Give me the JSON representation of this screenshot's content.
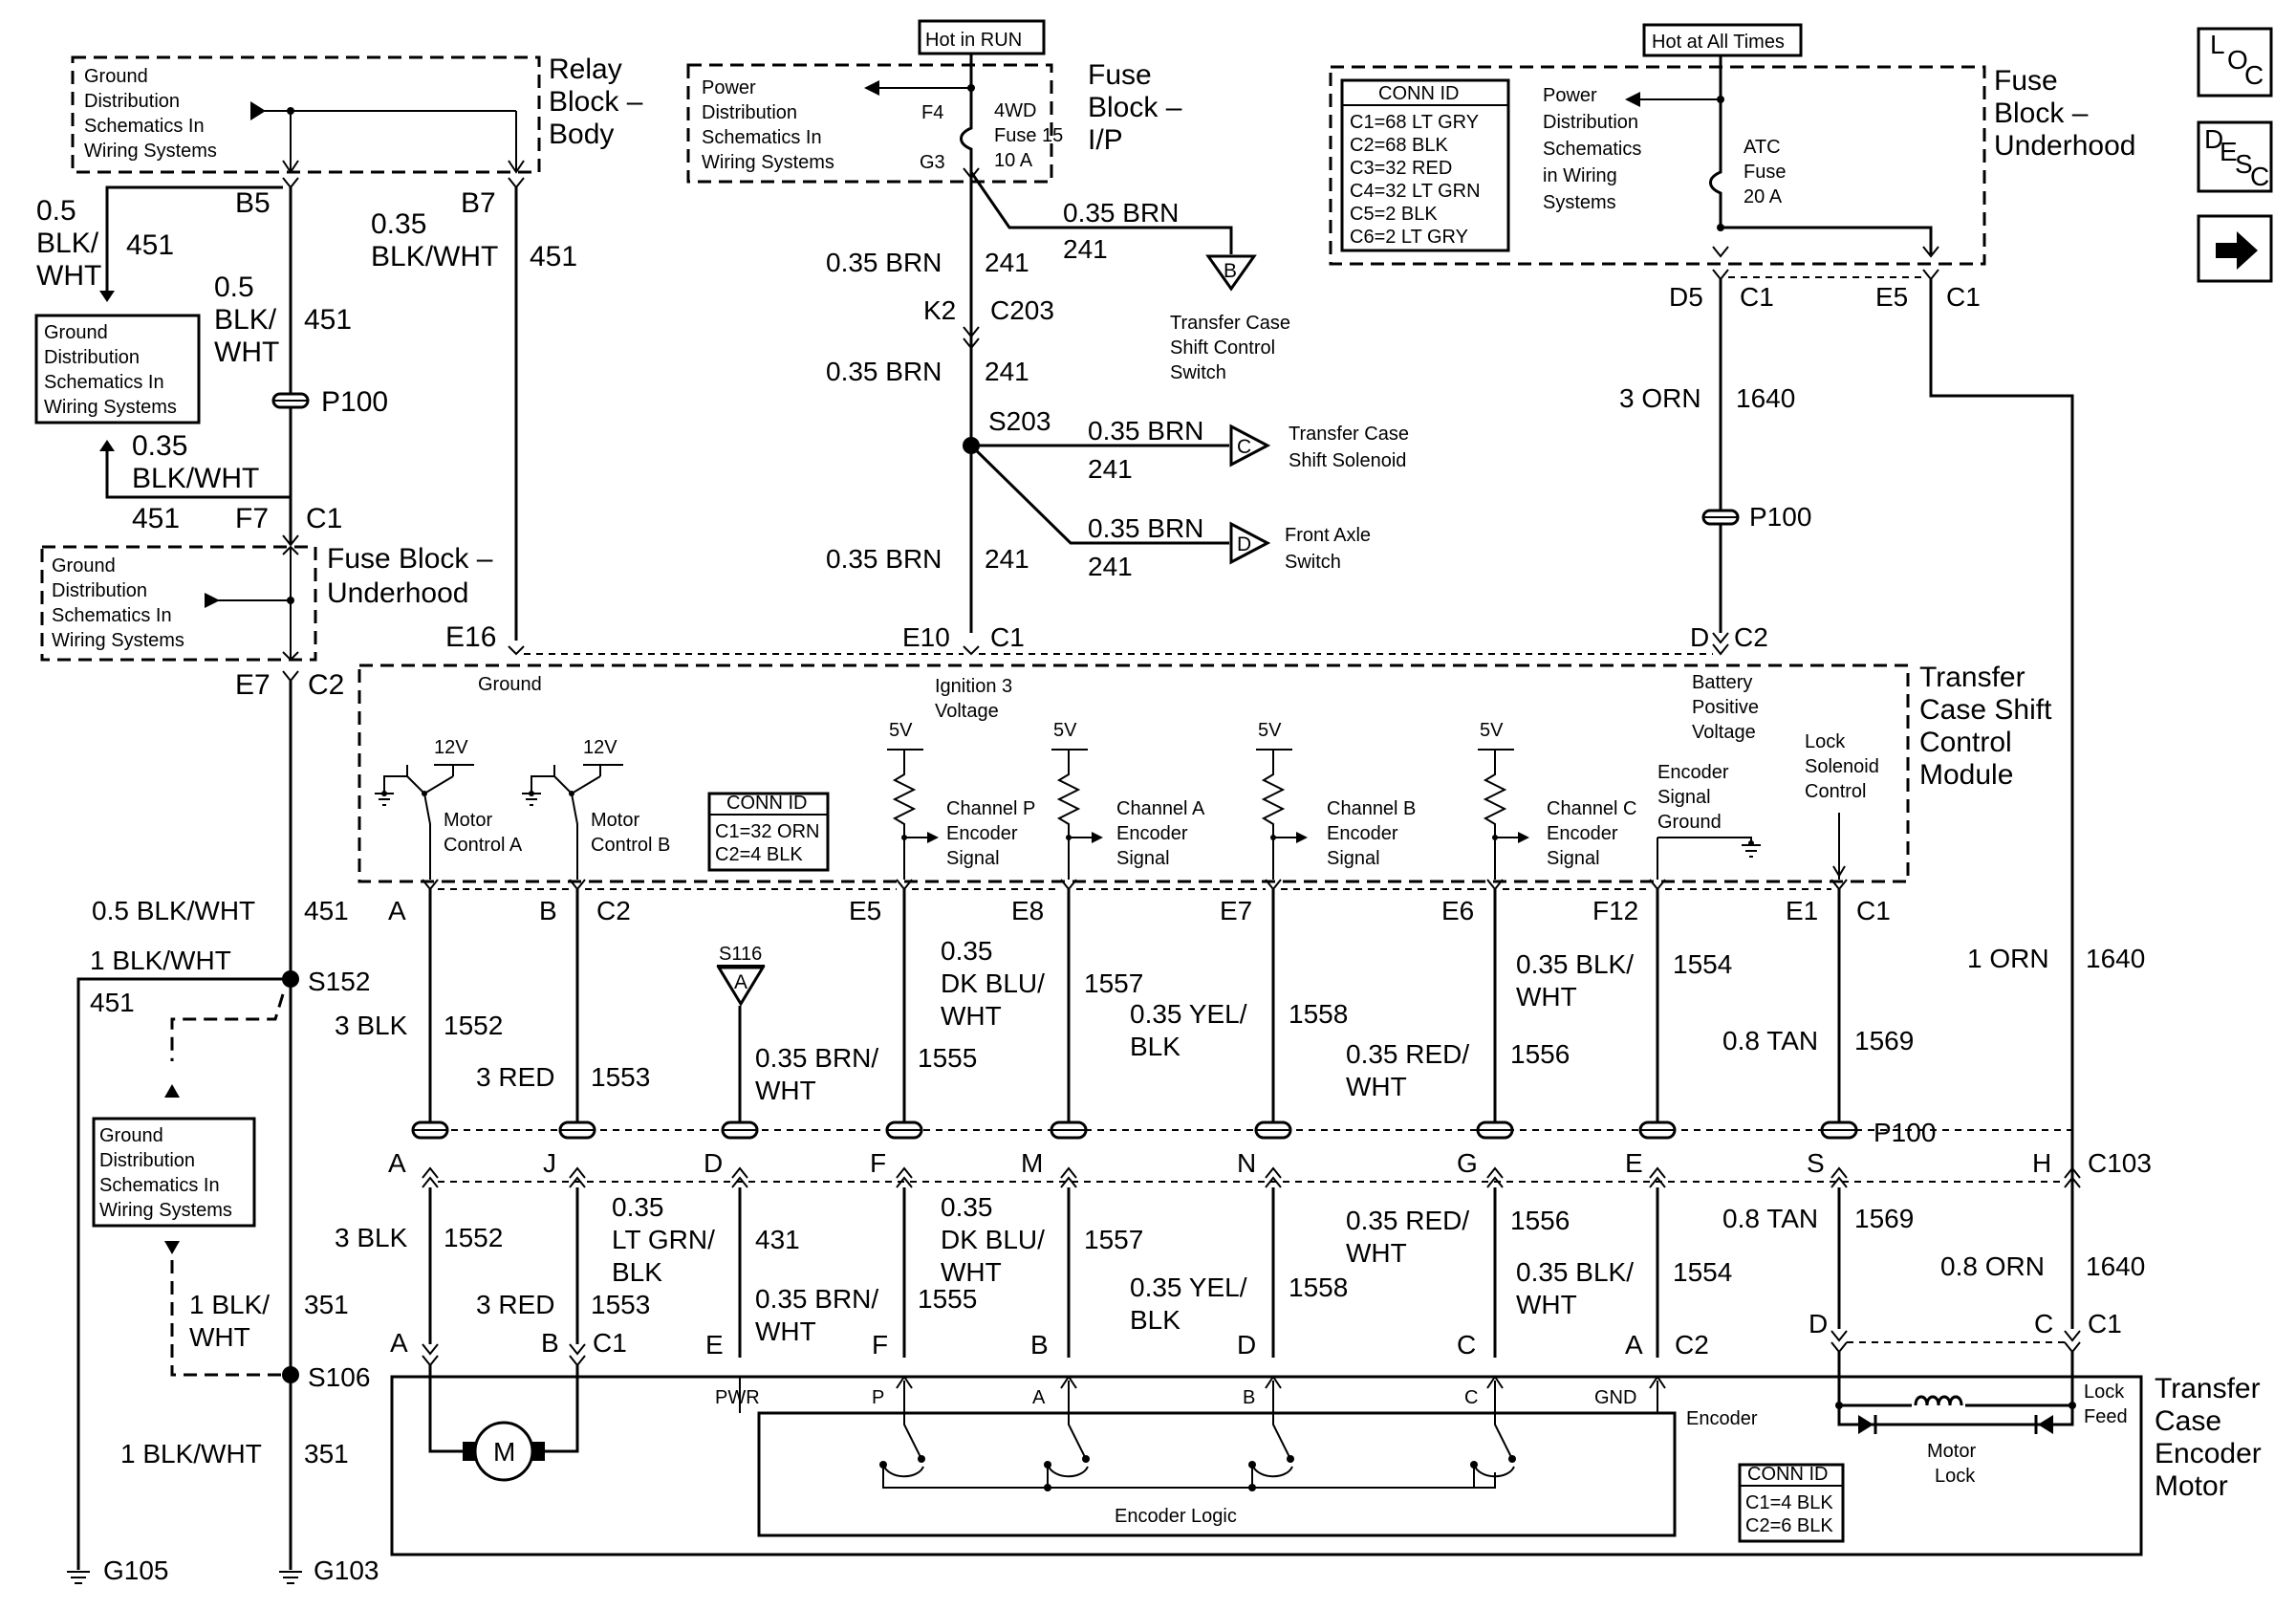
{
  "sources": {
    "hot_in_run": "Hot in RUN",
    "hot_at_all_times": "Hot at All Times"
  },
  "nav": {
    "loc_l": "L",
    "loc_o": "O",
    "loc_c": "C",
    "desc_d": "D",
    "desc_e": "E",
    "desc_s": "S",
    "desc_c": "C",
    "next": "→"
  },
  "relay_block": {
    "title_1": "Relay",
    "title_2": "Block –",
    "title_3": "Body",
    "ref_1": "Ground",
    "ref_2": "Distribution",
    "ref_3": "Schematics In",
    "ref_4": "Wiring Systems"
  },
  "fuse_ip": {
    "title_1": "Fuse",
    "title_2": "Block –",
    "title_3": "I/P",
    "ref_1": "Power",
    "ref_2": "Distribution",
    "ref_3": "Schematics In",
    "ref_4": "Wiring Systems",
    "pin_f4": "F4",
    "pin_g3": "G3",
    "fuse_1": "4WD",
    "fuse_2": "Fuse 15",
    "fuse_3": "10 A"
  },
  "fuse_uh_top": {
    "title_1": "Fuse",
    "title_2": "Block –",
    "title_3": "Underhood",
    "conn_id_title": "CONN ID",
    "conn_ids": [
      "C1=68 LT GRY",
      "C2=68 BLK",
      "C3=32 RED",
      "C4=32 LT GRN",
      "C5=2 BLK",
      "C6=2 LT GRY"
    ],
    "ref_1": "Power",
    "ref_2": "Distribution",
    "ref_3": "Schematics",
    "ref_4": "in Wiring",
    "ref_5": "Systems",
    "fuse_1": "ATC",
    "fuse_2": "Fuse",
    "fuse_3": "20 A"
  },
  "left": {
    "b5": "B5",
    "b7": "B7",
    "w_05_1": "0.5",
    "w_05_2": "BLK/",
    "w_05_3": "WHT",
    "c451a": "451",
    "w_05b_1": "0.5",
    "w_05b_2": "BLK/",
    "w_05b_3": "WHT",
    "c451b": "451",
    "w_035_1": "0.35",
    "w_035_2": "BLK/WHT",
    "c451c": "451",
    "gnd_ref_1": "Ground",
    "gnd_ref_2": "Distribution",
    "gnd_ref_3": "Schematics In",
    "gnd_ref_4": "Wiring Systems",
    "p100": "P100",
    "w_035b_1": "0.35",
    "w_035b_2": "BLK/WHT",
    "c451d": "451",
    "f7": "F7",
    "c1": "C1",
    "fuse_uh_1": "Fuse Block –",
    "fuse_uh_2": "Underhood",
    "gnd2_ref_1": "Ground",
    "gnd2_ref_2": "Distribution",
    "gnd2_ref_3": "Schematics In",
    "gnd2_ref_4": "Wiring Systems",
    "e16": "E16",
    "e7": "E7",
    "c2": "C2"
  },
  "center": {
    "w_brn_1": "0.35 BRN",
    "c241_1": "241",
    "w_brn_2": "0.35 BRN",
    "c241_2": "241",
    "k2": "K2",
    "c203": "C203",
    "w_brn_3": "0.35 BRN",
    "c241_3": "241",
    "s203": "S203",
    "w_brn_4": "0.35 BRN",
    "c241_4": "241",
    "w_brn_5": "0.35 BRN",
    "c241_5": "241",
    "w_brn_6": "0.35 BRN",
    "c241_6": "241",
    "e10": "E10",
    "c1": "C1",
    "sw_b": "B",
    "sw_b_1": "Transfer Case",
    "sw_b_2": "Shift Control",
    "sw_b_3": "Switch",
    "sol_c": "C",
    "sol_c_1": "Transfer Case",
    "sol_c_2": "Shift Solenoid",
    "fa_d": "D",
    "fa_d_1": "Front Axle",
    "fa_d_2": "Switch"
  },
  "right_top": {
    "d5": "D5",
    "c1a": "C1",
    "e5": "E5",
    "c1b": "C1",
    "w_orn": "3 ORN",
    "c1640": "1640",
    "p100": "P100",
    "d": "D",
    "c2": "C2"
  },
  "module": {
    "title_1": "Transfer",
    "title_2": "Case Shift",
    "title_3": "Control",
    "title_4": "Module",
    "ground": "Ground",
    "ign_1": "Ignition 3",
    "ign_2": "Voltage",
    "bat_1": "Battery",
    "bat_2": "Positive",
    "bat_3": "Voltage",
    "v12a": "12V",
    "v12b": "12V",
    "mca_1": "Motor",
    "mca_2": "Control A",
    "mcb_1": "Motor",
    "mcb_2": "Control B",
    "conn_id_title": "CONN ID",
    "conn_1": "C1=32 ORN",
    "conn_2": "C2=4 BLK",
    "v5": "5V",
    "chp_1": "Channel P",
    "chp_2": "Encoder",
    "chp_3": "Signal",
    "cha_1": "Channel A",
    "cha_2": "Encoder",
    "cha_3": "Signal",
    "chb_1": "Channel B",
    "chb_2": "Encoder",
    "chb_3": "Signal",
    "chc_1": "Channel C",
    "chc_2": "Encoder",
    "chc_3": "Signal",
    "esg_1": "Encoder",
    "esg_2": "Signal",
    "esg_3": "Ground",
    "lsc_1": "Lock",
    "lsc_2": "Solenoid",
    "lsc_3": "Control"
  },
  "pins_mid": {
    "a": "A",
    "b": "B",
    "c2": "C2",
    "e5": "E5",
    "e8": "E8",
    "e7": "E7",
    "e6": "E6",
    "f12": "F12",
    "e1": "E1",
    "c1": "C1"
  },
  "wires_mid": {
    "w_451": "0.5 BLK/WHT",
    "c_451": "451",
    "w_1blk": "1 BLK/WHT",
    "s152": "S152",
    "c_451b": "451",
    "w_3blk": "3 BLK",
    "c1552": "1552",
    "w_3red": "3 RED",
    "c1553": "1553",
    "s116": "S116",
    "s116_a": "A",
    "w_brnwht_1": "0.35 BRN/",
    "w_brnwht_2": "WHT",
    "c1555": "1555",
    "w_dkblu_1": "0.35",
    "w_dkblu_2": "DK BLU/",
    "w_dkblu_3": "WHT",
    "c1557": "1557",
    "w_yel_1": "0.35 YEL/",
    "w_yel_2": "BLK",
    "c1558": "1558",
    "w_red_1": "0.35 RED/",
    "w_red_2": "WHT",
    "c1556": "1556",
    "w_blk_1": "0.35 BLK/",
    "w_blk_2": "WHT",
    "c1554": "1554",
    "w_tan": "0.8 TAN",
    "c1569": "1569",
    "w_1orn": "1 ORN",
    "c1640": "1640",
    "gnd_ref_1": "Ground",
    "gnd_ref_2": "Distribution",
    "gnd_ref_3": "Schematics In",
    "gnd_ref_4": "Wiring Systems"
  },
  "p100_row": {
    "a": "A",
    "j": "J",
    "d": "D",
    "f": "F",
    "m": "M",
    "n": "N",
    "g": "G",
    "e": "E",
    "s": "S",
    "p100": "P100",
    "h": "H",
    "c103": "C103"
  },
  "wires_low": {
    "w_3blk": "3 BLK",
    "c1552": "1552",
    "w_ltgrn_1": "0.35",
    "w_ltgrn_2": "LT GRN/",
    "w_ltgrn_3": "BLK",
    "c431": "431",
    "w_dkblu_1": "0.35",
    "w_dkblu_2": "DK BLU/",
    "w_dkblu_3": "WHT",
    "c1557": "1557",
    "w_red_1": "0.35 RED/",
    "w_red_2": "WHT",
    "c1556": "1556",
    "w_tan": "0.8 TAN",
    "c1569": "1569",
    "w_1blk_1": "1 BLK/",
    "w_1blk_2": "WHT",
    "c351": "351",
    "w_3red": "3 RED",
    "c1553": "1553",
    "w_brnwht_1": "0.35 BRN/",
    "w_brnwht_2": "WHT",
    "c1555": "1555",
    "w_yel_1": "0.35 YEL/",
    "w_yel_2": "BLK",
    "c1558": "1558",
    "w_blk_1": "0.35 BLK/",
    "w_blk_2": "WHT",
    "c1554": "1554",
    "w_orn": "0.8 ORN",
    "c1640": "1640"
  },
  "motor_pins": {
    "a": "A",
    "b": "B",
    "c1": "C1",
    "e": "E",
    "f": "F",
    "b2": "B",
    "d": "D",
    "c": "C",
    "a2": "A",
    "c2": "C2",
    "d2": "D",
    "c3": "C",
    "c1b": "C1",
    "s106": "S106"
  },
  "motor": {
    "title_1": "Transfer",
    "title_2": "Case",
    "title_3": "Encoder",
    "title_4": "Motor",
    "m": "M",
    "pwr": "PWR",
    "p": "P",
    "a": "A",
    "b": "B",
    "c": "C",
    "gnd": "GND",
    "encoder": "Encoder",
    "encoder_logic": "Encoder Logic",
    "lock_1": "Lock",
    "lock_2": "Feed",
    "ml_1": "Motor",
    "ml_2": "Lock",
    "conn_id_title": "CONN ID",
    "conn_1": "C1=4 BLK",
    "conn_2": "C2=6 BLK"
  },
  "bottom": {
    "w_1blk": "1 BLK/WHT",
    "c351": "351",
    "g105": "G105",
    "g103": "G103"
  }
}
